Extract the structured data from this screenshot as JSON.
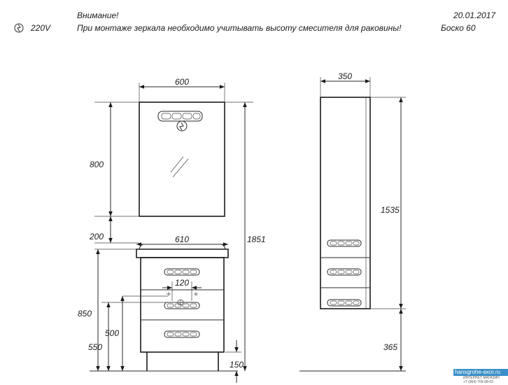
{
  "header": {
    "warning_title": "Внимание!",
    "warning_text": "При монтаже зеркала необходимо учитывать высоту смесителя для раковины!",
    "voltage": "220V",
    "date": "20.01.2017",
    "model": "Боско 60"
  },
  "mirror": {
    "width_label": "600",
    "height_label": "800"
  },
  "vanity": {
    "gap_label": "200",
    "basin_width_label": "610",
    "handle_spacing_label": "120",
    "height_label": "850",
    "pipe_height_label": "500",
    "drain_height_label": "550",
    "leg_height_label": "150",
    "total_height_label": "1851"
  },
  "cabinet": {
    "width_label": "350",
    "height_label": "1535",
    "floor_gap_label": "365"
  },
  "watermark": {
    "brand": "hansgrohe-axor.ru",
    "sub1": "ИНТЕРНЕТ МАГАЗИН",
    "sub2": "+7 (964) 705-08-03"
  }
}
